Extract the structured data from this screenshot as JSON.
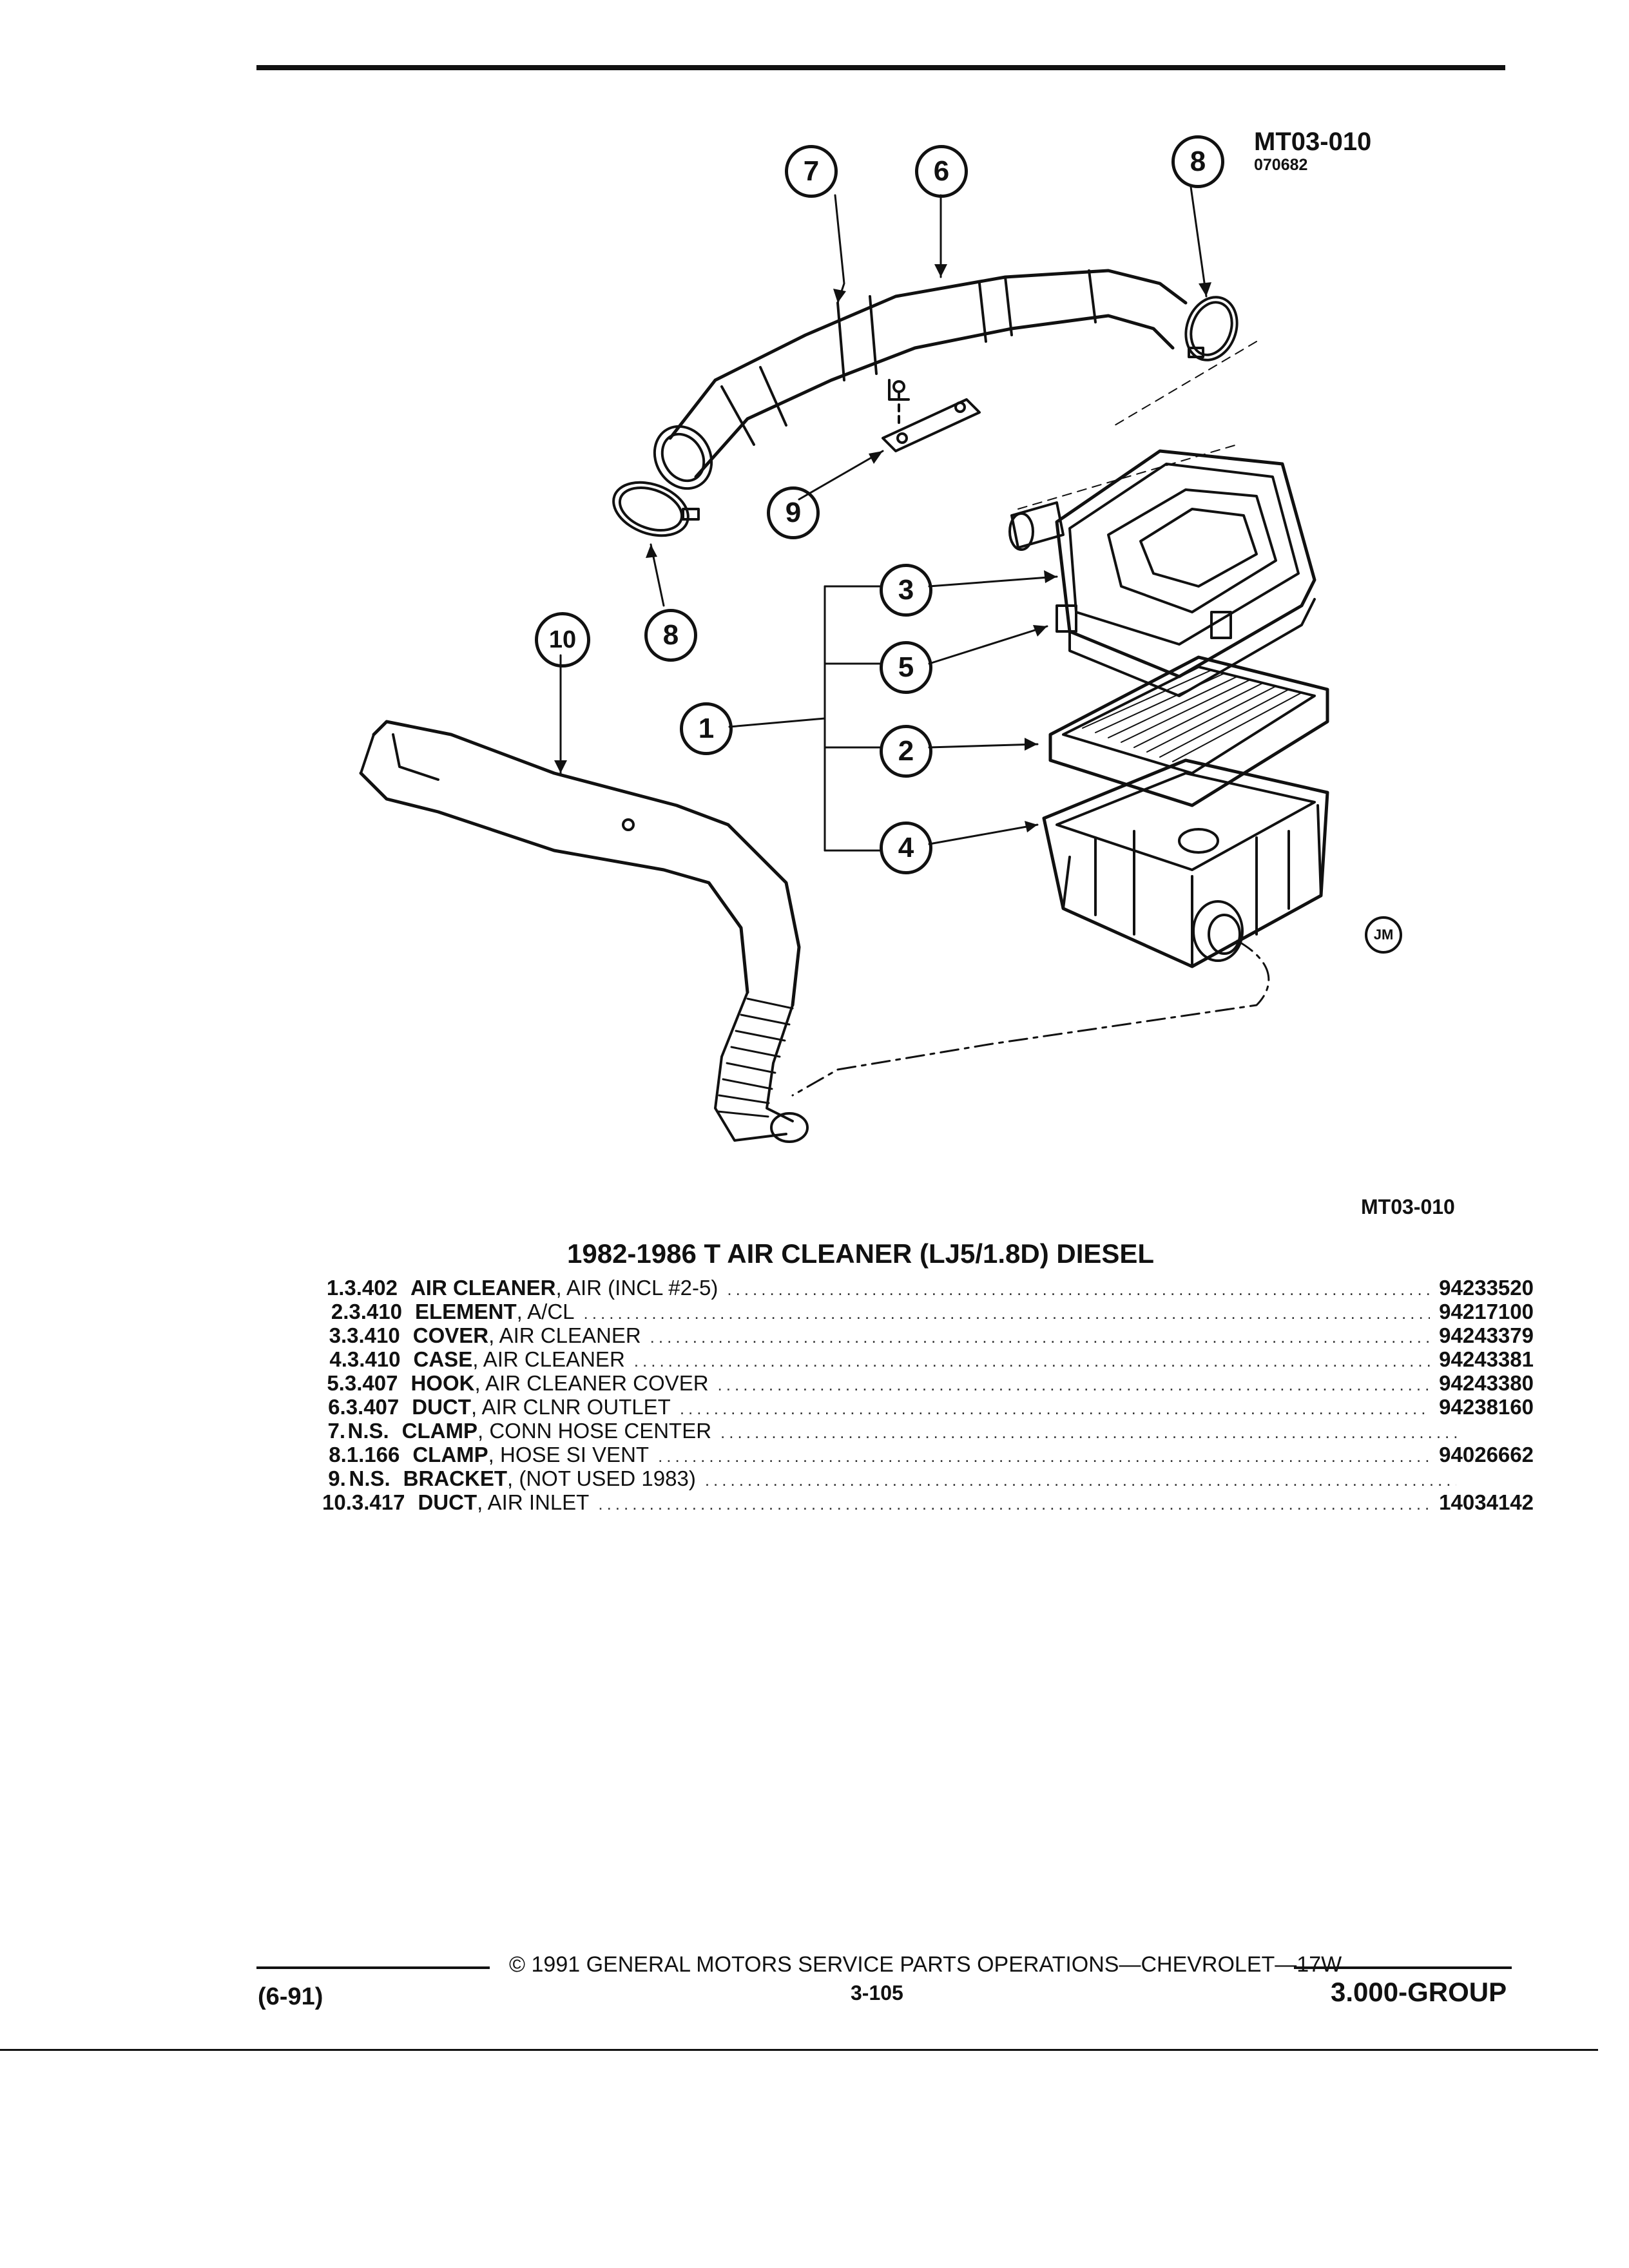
{
  "header": {
    "figure_id": "MT03-010",
    "figure_code": "070682"
  },
  "figure": {
    "callouts": [
      "1",
      "2",
      "3",
      "4",
      "5",
      "6",
      "7",
      "8",
      "8",
      "9",
      "10"
    ],
    "stamp": "JM",
    "caption_id": "MT03-010"
  },
  "title": "1982-1986 T AIR CLEANER (LJ5/1.8D) DIESEL",
  "parts": [
    {
      "num": "1.",
      "code": "3.402",
      "name": "AIR CLEANER",
      "desc": ", AIR (INCL #2-5)",
      "part": "94233520"
    },
    {
      "num": "2.",
      "code": "3.410",
      "name": "ELEMENT",
      "desc": ", A/CL",
      "part": "94217100"
    },
    {
      "num": "3.",
      "code": "3.410",
      "name": "COVER",
      "desc": ", AIR CLEANER",
      "part": "94243379"
    },
    {
      "num": "4.",
      "code": "3.410",
      "name": "CASE",
      "desc": ", AIR CLEANER",
      "part": "94243381"
    },
    {
      "num": "5.",
      "code": "3.407",
      "name": "HOOK",
      "desc": ", AIR CLEANER COVER",
      "part": "94243380"
    },
    {
      "num": "6.",
      "code": "3.407",
      "name": "DUCT",
      "desc": ", AIR CLNR OUTLET",
      "part": "94238160"
    },
    {
      "num": "7.",
      "code": "N.S.",
      "name": "CLAMP",
      "desc": ", CONN HOSE CENTER",
      "part": ""
    },
    {
      "num": "8.",
      "code": "1.166",
      "name": "CLAMP",
      "desc": ", HOSE SI VENT",
      "part": "94026662"
    },
    {
      "num": "9.",
      "code": "N.S.",
      "name": "BRACKET",
      "desc": ", (NOT USED 1983)",
      "part": ""
    },
    {
      "num": "10.",
      "code": "3.417",
      "name": "DUCT",
      "desc": ", AIR INLET",
      "part": "14034142"
    }
  ],
  "footer": {
    "copyright": "©  1991  GENERAL MOTORS SERVICE PARTS OPERATIONS—CHEVROLET—17W",
    "revision": "(6-91)",
    "page": "3-105",
    "group": "3.000-GROUP"
  }
}
